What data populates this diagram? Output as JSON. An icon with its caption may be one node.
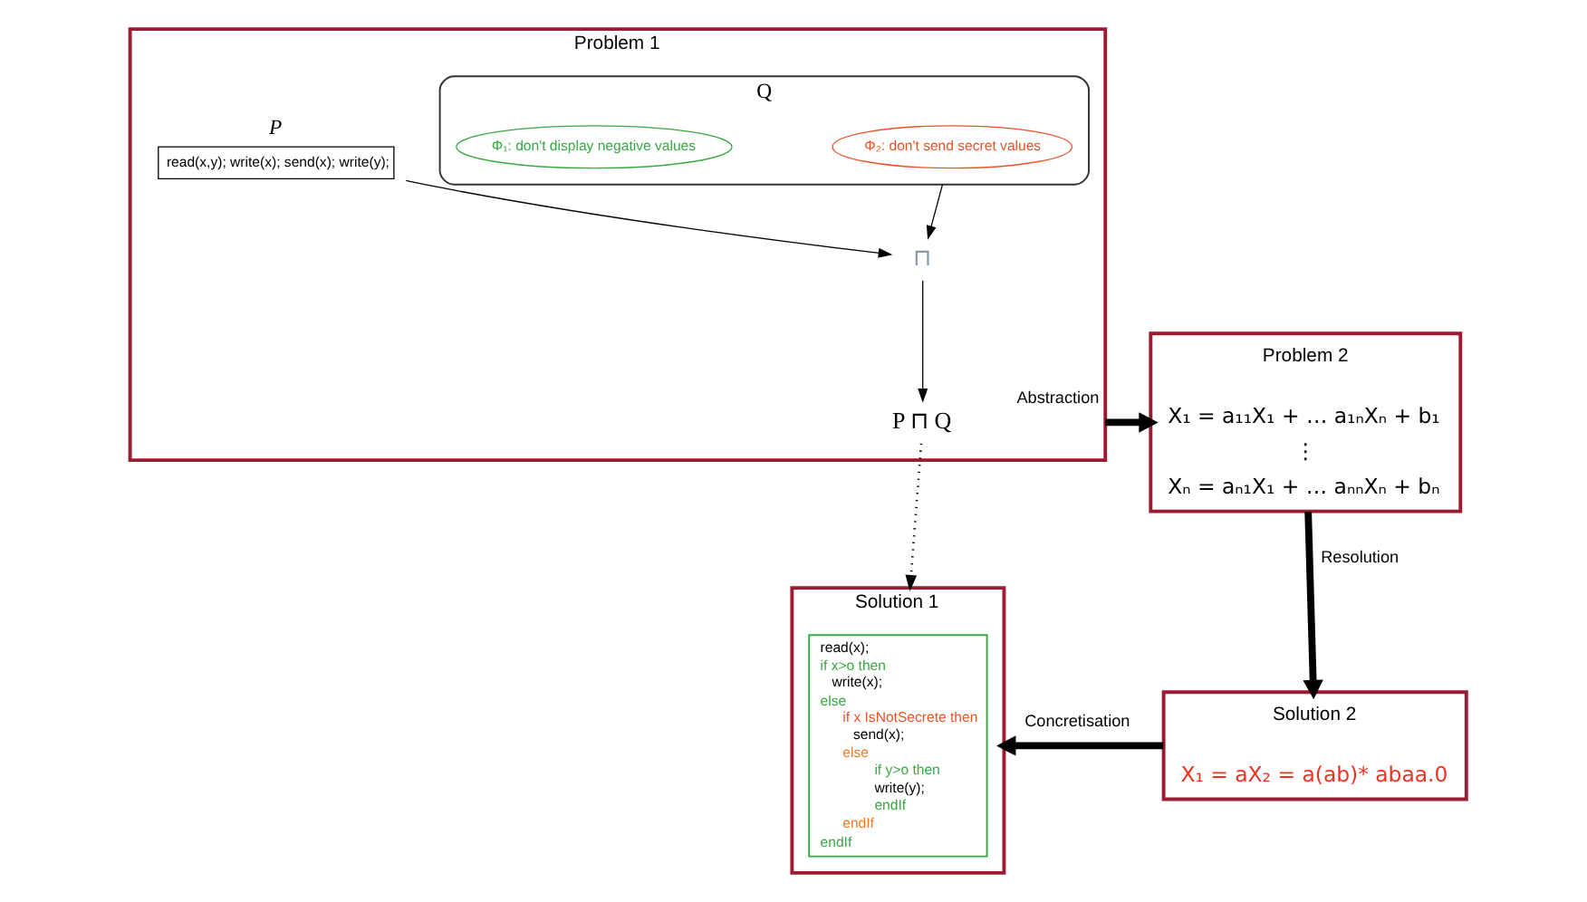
{
  "diagram": {
    "nodes": [
      {
        "text": [
          "Problem 1"
        ]
      },
      {
        "text": [
          "P",
          "read(x,y); write(x); send(x); write(y);"
        ],
        "in": 0
      },
      {
        "text": [
          "Q"
        ],
        "in": 0
      },
      {
        "text": [
          "Φ₁: don't display negative values"
        ],
        "in": 2
      },
      {
        "text": [
          "Φ₂: don't send secret values"
        ],
        "in": 2
      },
      {
        "text": [
          "⊓"
        ],
        "in": 0
      },
      {
        "text": [
          "P ⊓ Q"
        ],
        "in": 0
      },
      {
        "text": [
          "Problem 2",
          "X₁ = a₁₁X₁ + … a₁ₙXₙ + b₁",
          "⋮",
          "Xₙ = aₙ₁X₁ + … aₙₙXₙ + bₙ"
        ]
      },
      {
        "text": [
          "Solution 2",
          "X₁ = aX₂ = a(ab)* abaa.0"
        ]
      },
      {
        "text": [
          "Solution 1"
        ]
      },
      {
        "text": [
          "read(x);",
          "if x>o then",
          "write(x);",
          "else",
          "if x IsNotSecrete then",
          "send(x);",
          "else",
          "if y>o then",
          "write(y);",
          "endIf",
          "endIf",
          "endIf"
        ],
        "in": 9
      }
    ],
    "edges": [
      {
        "from": 1,
        "to": 5,
        "arrow": "to"
      },
      {
        "from": 2,
        "to": 5,
        "arrow": "to"
      },
      {
        "from": 5,
        "to": 6,
        "arrow": "to"
      },
      {
        "from": 6,
        "to": 9,
        "arrow": "to",
        "style": "dashed"
      },
      {
        "from": 0,
        "to": 7,
        "arrow": "to",
        "label": "Abstraction",
        "style": "thick"
      },
      {
        "from": 7,
        "to": 8,
        "arrow": "to",
        "label": "Resolution",
        "style": "thick"
      },
      {
        "from": 8,
        "to": 9,
        "arrow": "to",
        "label": "Concretisation",
        "style": "thick"
      }
    ]
  }
}
